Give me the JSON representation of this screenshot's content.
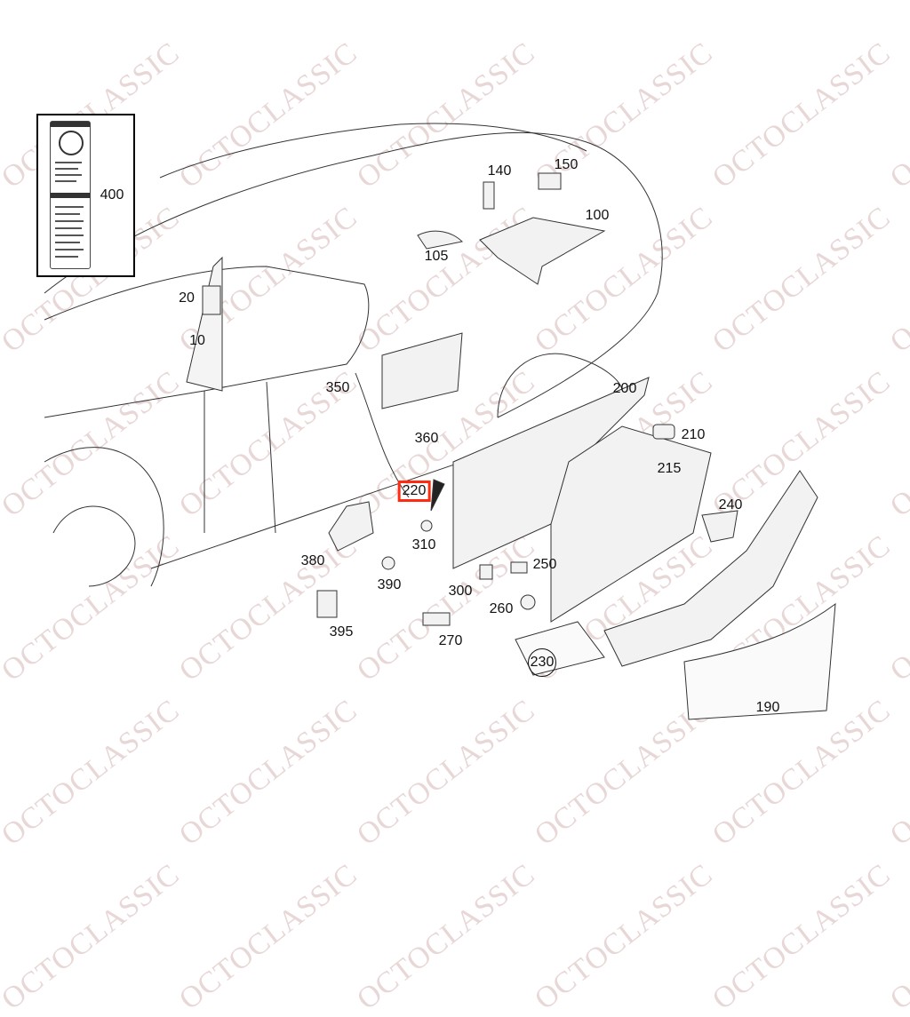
{
  "diagram": {
    "highlighted_part": "220",
    "highlight_color": "#ff2a10",
    "callouts": [
      "400",
      "140",
      "150",
      "100",
      "105",
      "20",
      "10",
      "350",
      "200",
      "360",
      "210",
      "215",
      "220",
      "240",
      "310",
      "250",
      "380",
      "390",
      "300",
      "260",
      "395",
      "270",
      "230",
      "190"
    ]
  },
  "watermark": "OCTOCLASSIC"
}
